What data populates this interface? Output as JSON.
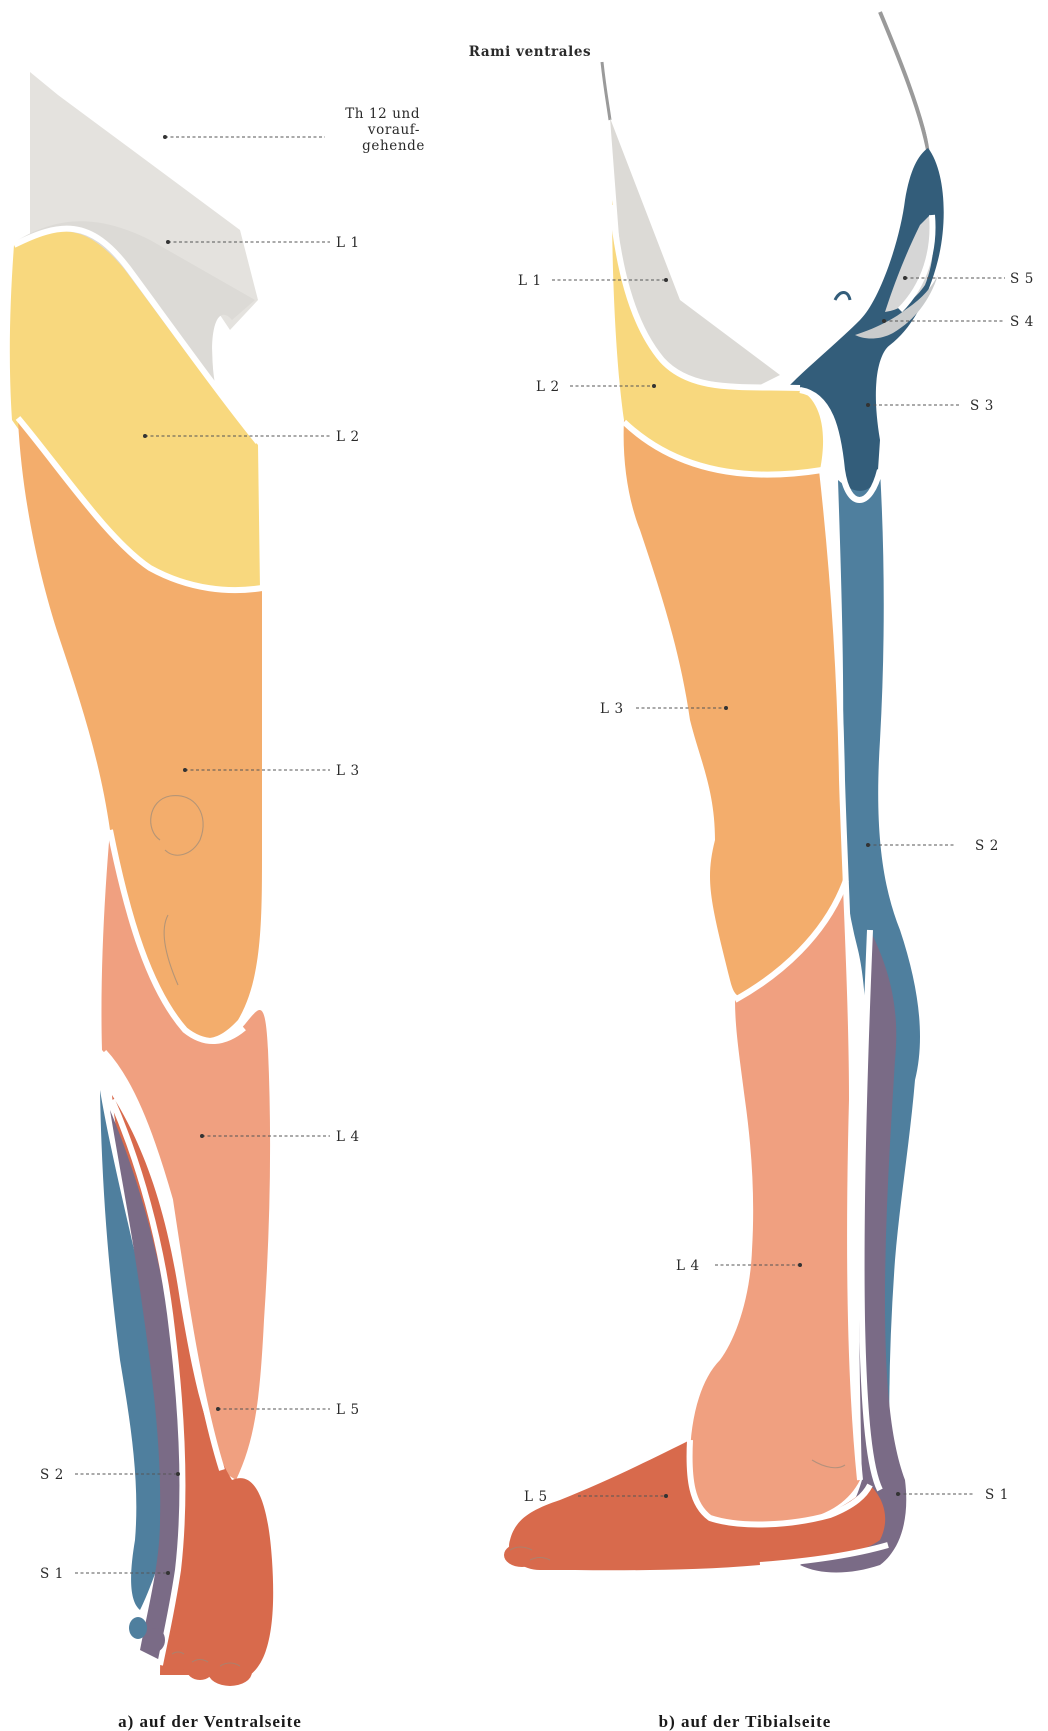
{
  "colors": {
    "th12": "#e4e2de",
    "L1": "#dcdad6",
    "L2": "#f8d87e",
    "L3": "#f3ad6c",
    "L4": "#f0a080",
    "L5": "#d86a4c",
    "S1": "#7a6b86",
    "S2": "#4f7f9e",
    "S3": "#335d7a",
    "S4": "#c9cbcc",
    "S5": "#d6d6d6"
  },
  "left_figure": {
    "caption": "a) auf der Ventralseite",
    "labels": {
      "th12": "Th 12 und\nvorauf-\ngehende",
      "L1": "L 1",
      "L2": "L 2",
      "L3": "L 3",
      "L4": "L 4",
      "L5": "L 5",
      "S2": "S 2",
      "S1": "S 1"
    }
  },
  "right_figure": {
    "caption": "b) auf der Tibialseite",
    "title": "Rami ventrales",
    "labels": {
      "L1": "L 1",
      "L2": "L 2",
      "L3": "L 3",
      "L4": "L 4",
      "L5": "L 5",
      "S5": "S 5",
      "S4": "S 4",
      "S3": "S 3",
      "S2": "S 2",
      "S1": "S 1"
    }
  }
}
